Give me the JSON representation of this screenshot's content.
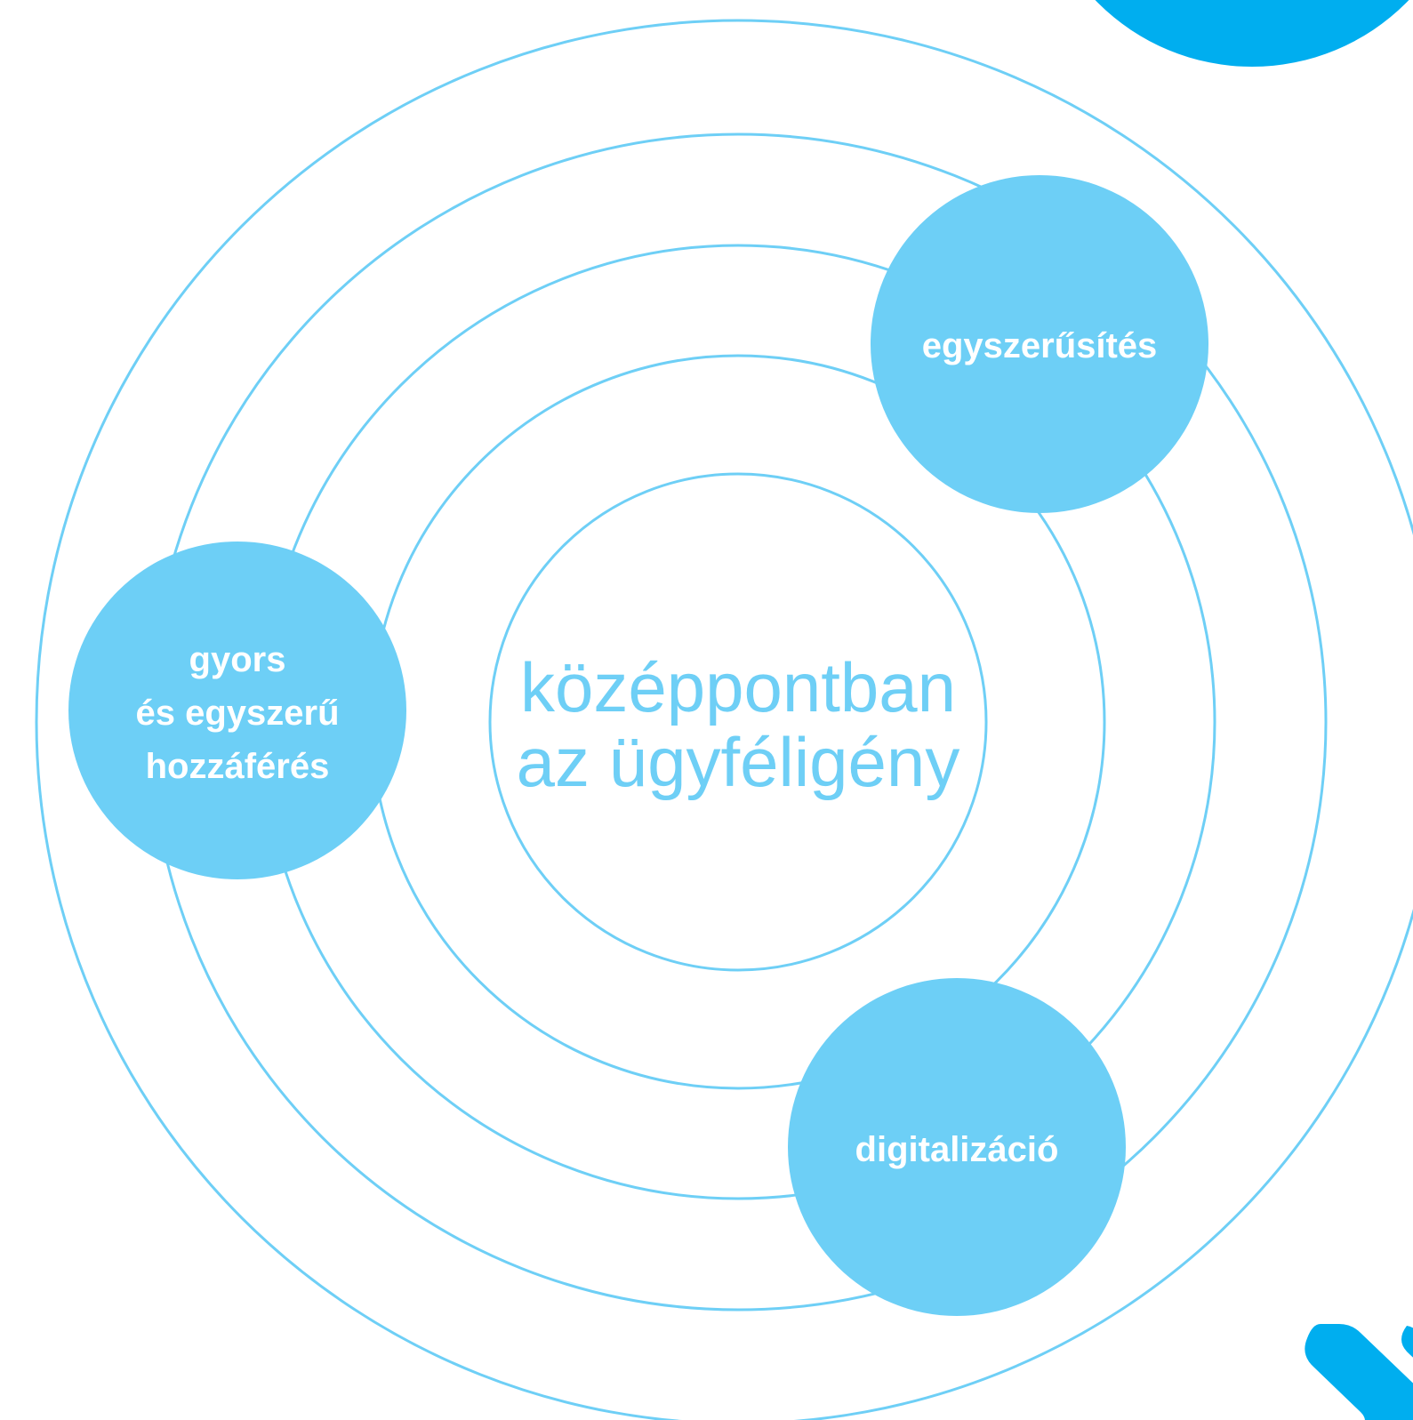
{
  "colors": {
    "ring_stroke": "#6ecff6",
    "bubble_fill": "#6dcff6",
    "brand_accent": "#00aeef",
    "background": "#ffffff"
  },
  "center": {
    "line1": "középpontban",
    "line2": "az ügyféligény"
  },
  "bubbles": {
    "simplification": {
      "label": "egyszerűsítés"
    },
    "access": {
      "line1": "gyors",
      "line2": "és egyszerű",
      "line3": "hozzáférés"
    },
    "digitalization": {
      "label": "digitalizáció"
    }
  },
  "decorations": {
    "top_right": "brand-blue-circle",
    "bottom_right": "brand-chevron-icon"
  }
}
